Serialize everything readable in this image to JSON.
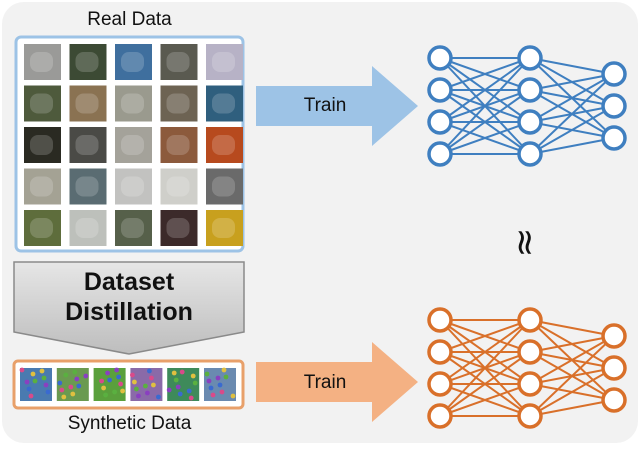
{
  "real_data": {
    "label": "Real Data",
    "grid": {
      "rows": 5,
      "cols": 5
    },
    "tiles": [
      [
        "#9a9a98",
        "#3c4a34",
        "#3f6f9e",
        "#5a5a50",
        "#b7b2c6"
      ],
      [
        "#4e5a3c",
        "#8a7252",
        "#9a9a8e",
        "#6d6353",
        "#2f5f7e"
      ],
      [
        "#2a2a22",
        "#4a4a46",
        "#a4a29a",
        "#8c5a3c",
        "#b74a1e"
      ],
      [
        "#a4a294",
        "#5a6c72",
        "#c2c2c0",
        "#cfcfca",
        "#6a6a6a"
      ],
      [
        "#5e6d3c",
        "#bdc0bb",
        "#56604a",
        "#3c2a2a",
        "#c8a01e"
      ]
    ]
  },
  "distillation": {
    "line1": "Dataset",
    "line2": "Distillation"
  },
  "synthetic_data": {
    "label": "Synthetic Data",
    "tiles": [
      "#4a7ab0",
      "#6a9a50",
      "#5aa03c",
      "#8a6aa8",
      "#3e8a5a",
      "#6a8ab0"
    ]
  },
  "top_flow": {
    "arrow_label": "Train"
  },
  "bottom_flow": {
    "arrow_label": "Train"
  },
  "approx_symbol": "≈",
  "colors": {
    "panel_bg": "#f2f2f2",
    "real_border": "#9dc3e6",
    "synthetic_border": "#e8a06a",
    "distill_arrow": "#c8c8c8",
    "train_arrow_blue": "#9dc3e6",
    "train_arrow_orange": "#f4b183",
    "network_blue": "#3f7fc0",
    "network_orange": "#d9702a"
  },
  "network": {
    "layers": [
      4,
      4,
      3
    ]
  }
}
